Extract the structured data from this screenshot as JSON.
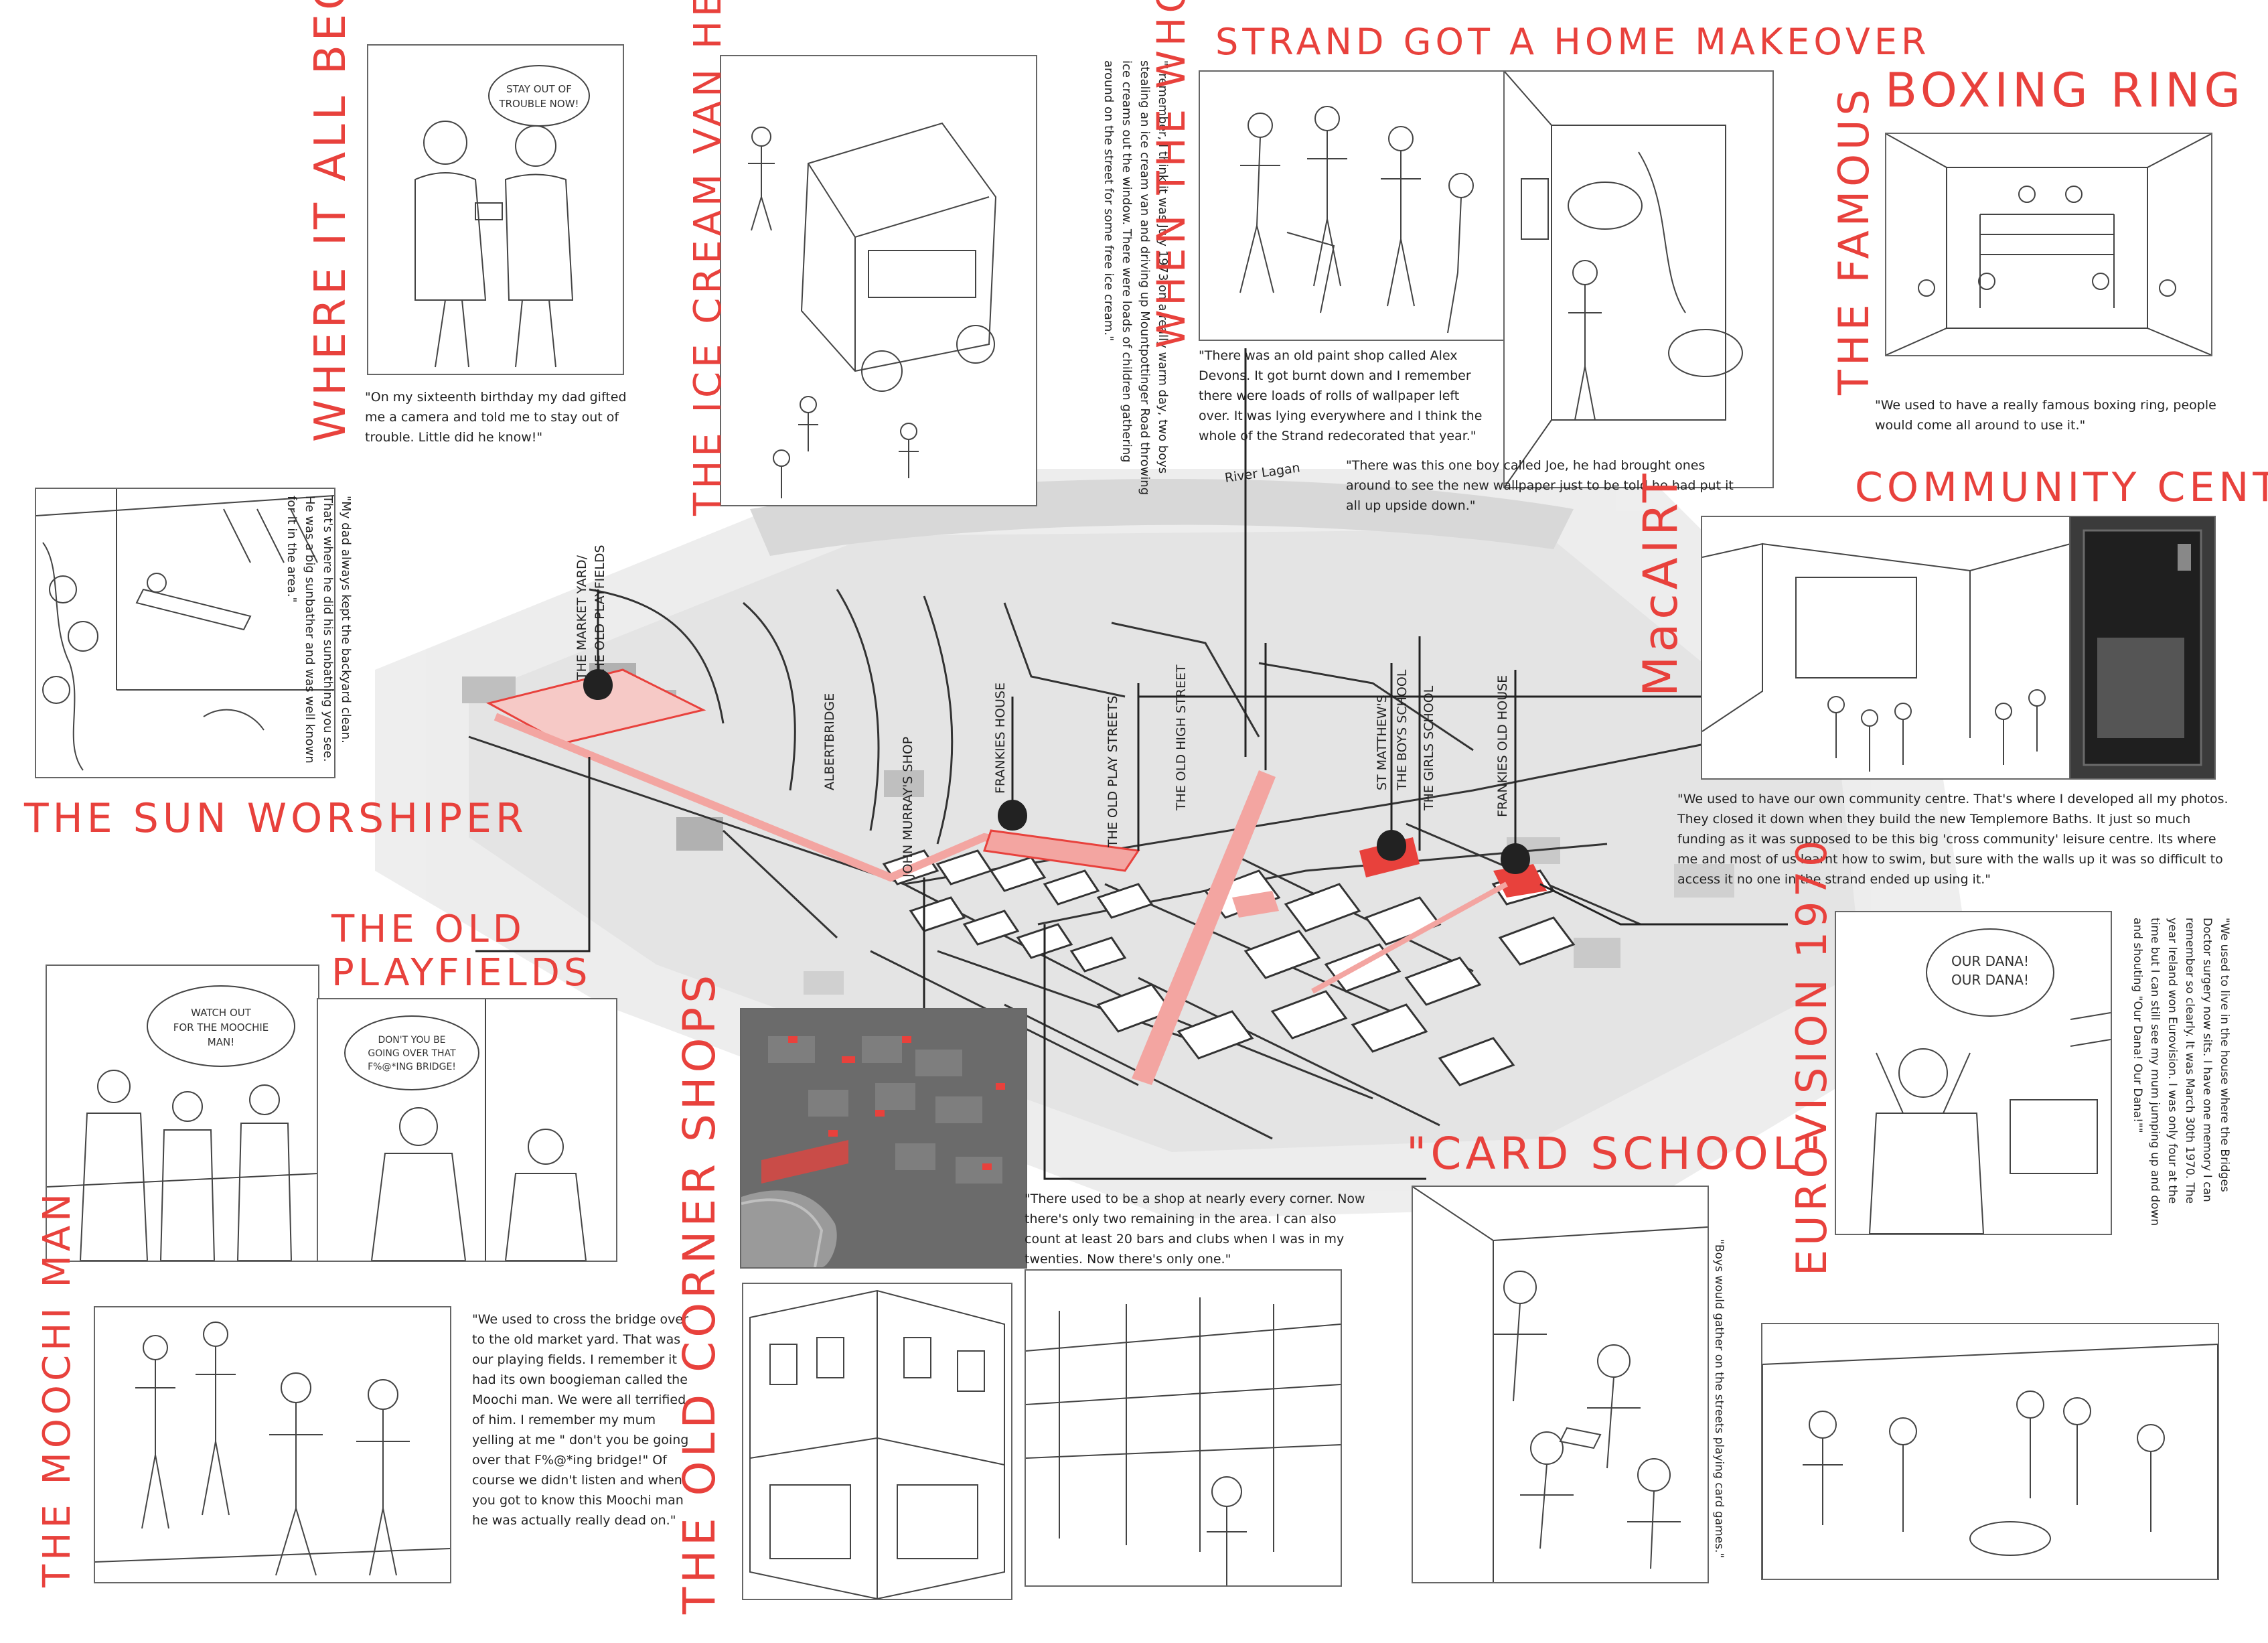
{
  "titles": {
    "where_it_all_began": "WHERE IT ALL BEGAN",
    "ice_cream_van_heist": "THE ICE CREAM VAN HEIST",
    "when_the_whole": "WHEN THE WHOLE",
    "strand_makeover": "STRAND GOT A HOME MAKEOVER",
    "boxing_ring": "BOXING RING",
    "the_famous": "THE FAMOUS",
    "community_centre": "COMMUNITY CENTRE",
    "macairt": "MacAIRT",
    "sun_worshiper": "THE SUN WORSHIPER",
    "old_playfields": "THE OLD PLAYFIELDS",
    "old_corner_shops": "THE OLD CORNER SHOPS",
    "card_school": "\"CARD SCHOOL\"",
    "eurovision": "EUROVISION 1970",
    "moochi_man": "THE MOOCHI MAN"
  },
  "quotes": {
    "where_it_all_began": "\"On my sixteenth birthday my dad gifted me a camera and told me to stay out of trouble. Little did he know!\"",
    "ice_cream": "\"I remember, I think it was July 1973 on a really warm day, two boys stealing an ice cream van and driving up Mountpottinger Road throwing ice creams out the window. There were loads of children gathering around on the street for some free ice cream.\"",
    "strand_1": "\"There was an old paint shop called Alex Devons. It got burnt down and I remember there were loads of rolls of wallpaper left over. It was lying everywhere and I think the whole of the Strand redecorated that year.\"",
    "strand_2": "\"There was this one boy called Joe, he had brought ones around to see the new wallpaper just to be told he had put it all up upside down.\"",
    "boxing": "\"We used to have a really famous boxing ring, people would come all around to use it.\"",
    "sun_worshiper": "\"My dad always kept the backyard clean. That's where he did his sunbathing you see. He was a big sunbather and was well known for it in the area.\"",
    "community": "\"We used to have our own community centre. That's where I developed all my photos. They closed it down when they build the new Templemore Baths. It just so much funding as it was supposed to be this big 'cross community' leisure centre. Its where me and most of us learnt how to swim, but sure with the walls up it was so difficult to access it no one in the strand ended up using it.\"",
    "eurovision": "\"We used to live in the house where the Bridges Doctor surgery now sits. I have one memory I can remember so clearly. It was March 30th 1970. The year Ireland won Eurovision. I was only four at the time but I can still see my mum jumping up and down and shouting \"Our Dana! Our Dana!\"\"",
    "corner_shops": "\"There used to be a shop at nearly every corner. Now there's only two remaining in the area. I can also count at least 20 bars and clubs when I was in my twenties. Now there's only one.\"",
    "card_school": "\"Boys would gather on the streets playing card games.\"",
    "moochi": "\"We used to cross the bridge over to the old market yard. That was our playing fields. I remember it had its own boogieman called the Moochi man. We were all terrified of him. I remember my mum yelling at me \" don't you be going over that F%@*ing bridge!\" Of course we didn't listen and when you got to know this Moochi man he was actually really dead on.\""
  },
  "speech": {
    "stay_out": [
      "STAY OUT OF",
      "TROUBLE NOW!"
    ],
    "watch_out": [
      "WATCH OUT",
      "FOR THE MOOCHIE",
      "MAN!"
    ],
    "dont_you": [
      "DON'T YOU BE",
      "GOING OVER THAT",
      "F%@*ING BRIDGE!"
    ],
    "our_dana": [
      "OUR DANA!",
      "OUR DANA!"
    ]
  },
  "map_labels": {
    "market_yard_1": "THE MARKET YARD/",
    "market_yard_2": "THE OLD PLAYFIELDS",
    "albert_bridge": "ALBERTBRIDGE",
    "john_murray": "JOHN MURRAY'S SHOP",
    "frankies_house": "FRANKIES HOUSE",
    "old_play_streets": "THE OLD PLAY STREETS",
    "old_high_street": "THE OLD HIGH STREET",
    "st_matthews_1": "ST MATTHEW'S",
    "st_matthews_2": "THE BOYS SCHOOL",
    "girls_school": "THE GIRLS SCHOOL",
    "frankies_old_house": "FRANKIES OLD HOUSE",
    "river": "River Lagan"
  },
  "colors": {
    "accent": "#e8413c",
    "accent_light": "#f3a5a1",
    "line": "#333333",
    "map_grey": "#cfcfcf"
  }
}
